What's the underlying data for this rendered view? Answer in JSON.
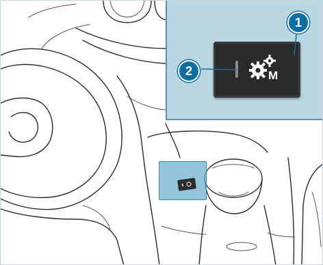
{
  "diagram": {
    "callouts": [
      {
        "number": "1",
        "target": "drive-program-switch"
      },
      {
        "number": "2",
        "target": "indicator-lamp"
      }
    ],
    "switch_symbol": {
      "icon": "gears-icon",
      "letter": "M"
    },
    "colors": {
      "inset_fill": "#add0de",
      "inset_border": "#5b92ad",
      "callout_fill": "#0d6fa0",
      "switch_fill": "#2b2b2b",
      "highlight_fill": "#6fb3cf"
    }
  }
}
